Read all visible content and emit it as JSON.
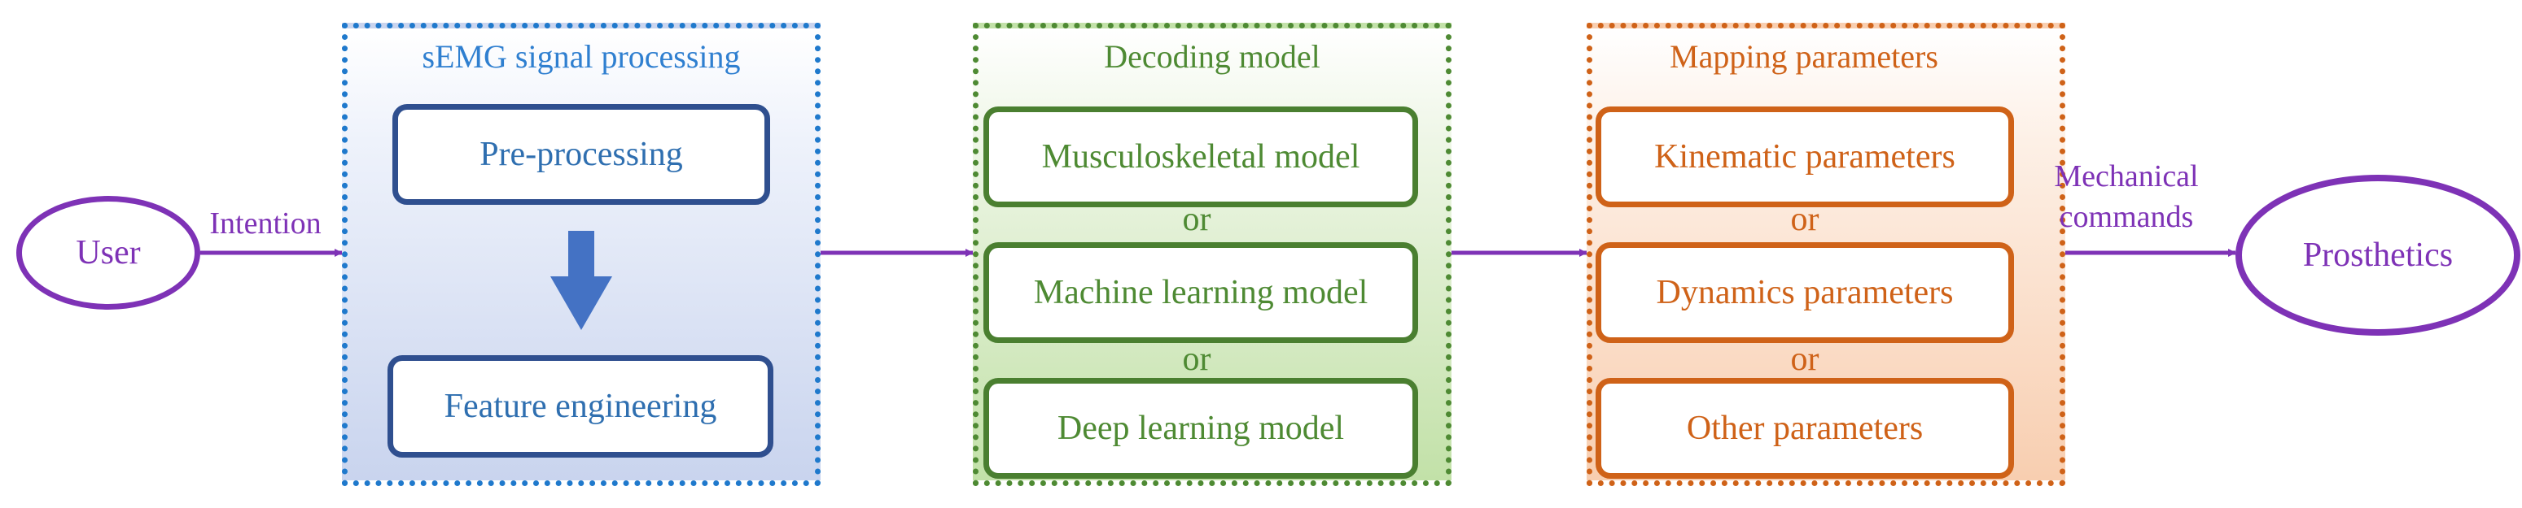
{
  "user_label": "User",
  "intention_label": "Intention",
  "semg": {
    "title": "sEMG signal processing",
    "steps": [
      "Pre-processing",
      "Feature engineering"
    ]
  },
  "decoding": {
    "title": "Decoding model",
    "options": [
      "Musculoskeletal model",
      "Machine learning model",
      "Deep learning model"
    ],
    "or": "or"
  },
  "mapping": {
    "title": "Mapping parameters",
    "options": [
      "Kinematic parameters",
      "Dynamics parameters",
      "Other parameters"
    ],
    "or": "or"
  },
  "mechanical_label": [
    "Mechanical",
    "commands"
  ],
  "prosthetics_label": "Prosthetics",
  "colors": {
    "purple": "#7e32b6",
    "blue": "#1f79cc",
    "green": "#4e8a33",
    "orange": "#cf6218"
  },
  "icons": [
    "down-arrow-icon",
    "right-arrow-icon"
  ]
}
